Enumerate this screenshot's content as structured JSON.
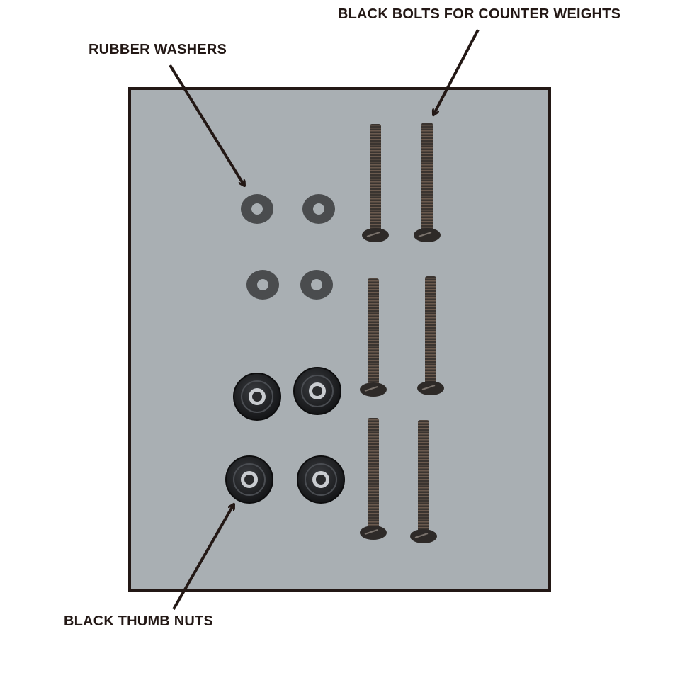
{
  "labels": {
    "washers": "RUBBER WASHERS",
    "bolts": "BLACK BOLTS FOR COUNTER WEIGHTS",
    "thumb_nuts": "BLACK THUMB NUTS"
  },
  "colors": {
    "panel": "#a9afb3",
    "border": "#231815",
    "arrow": "#231815",
    "washer": "#4a4c4e",
    "bolt": "#2e2a28",
    "nut": "#1e1f21"
  }
}
